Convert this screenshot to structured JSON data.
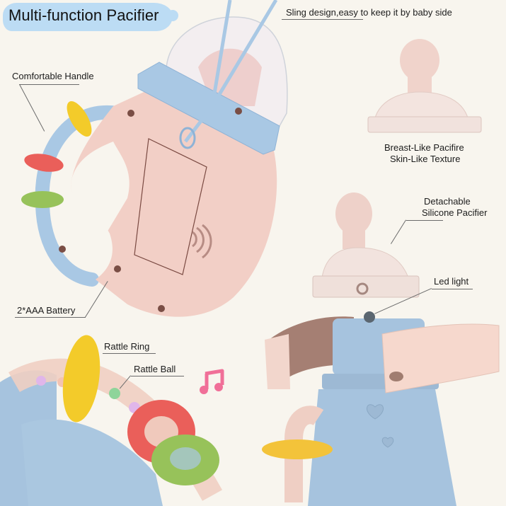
{
  "title": "Multi-function Pacifier",
  "callouts": {
    "sling": "Sling design,easy to keep it by baby side",
    "handle": "Comfortable Handle",
    "breast_like_line1": "Breast-Like Pacifire",
    "breast_like_line2": "Skin-Like Texture",
    "detachable_line1": "Detachable",
    "detachable_line2": "Silicone Pacifier",
    "led": "Led light",
    "battery": "2*AAA Battery",
    "rattle_ring": "Rattle Ring",
    "rattle_ball": "Rattle Ball"
  },
  "icons": {
    "music_note": "music-note-icon",
    "speaker_waves": "sound-waves-icon"
  },
  "colors": {
    "background": "#f8f5ee",
    "title_blob": "#bcdcf4",
    "body_pink": "#f2cfc6",
    "accent_blue": "#a9c8e4",
    "ring_yellow": "#f3cb2a",
    "ring_red": "#ea5f5a",
    "ring_green": "#97c25a",
    "silicone": "#f1ddd7",
    "music_pink": "#f06f98"
  }
}
